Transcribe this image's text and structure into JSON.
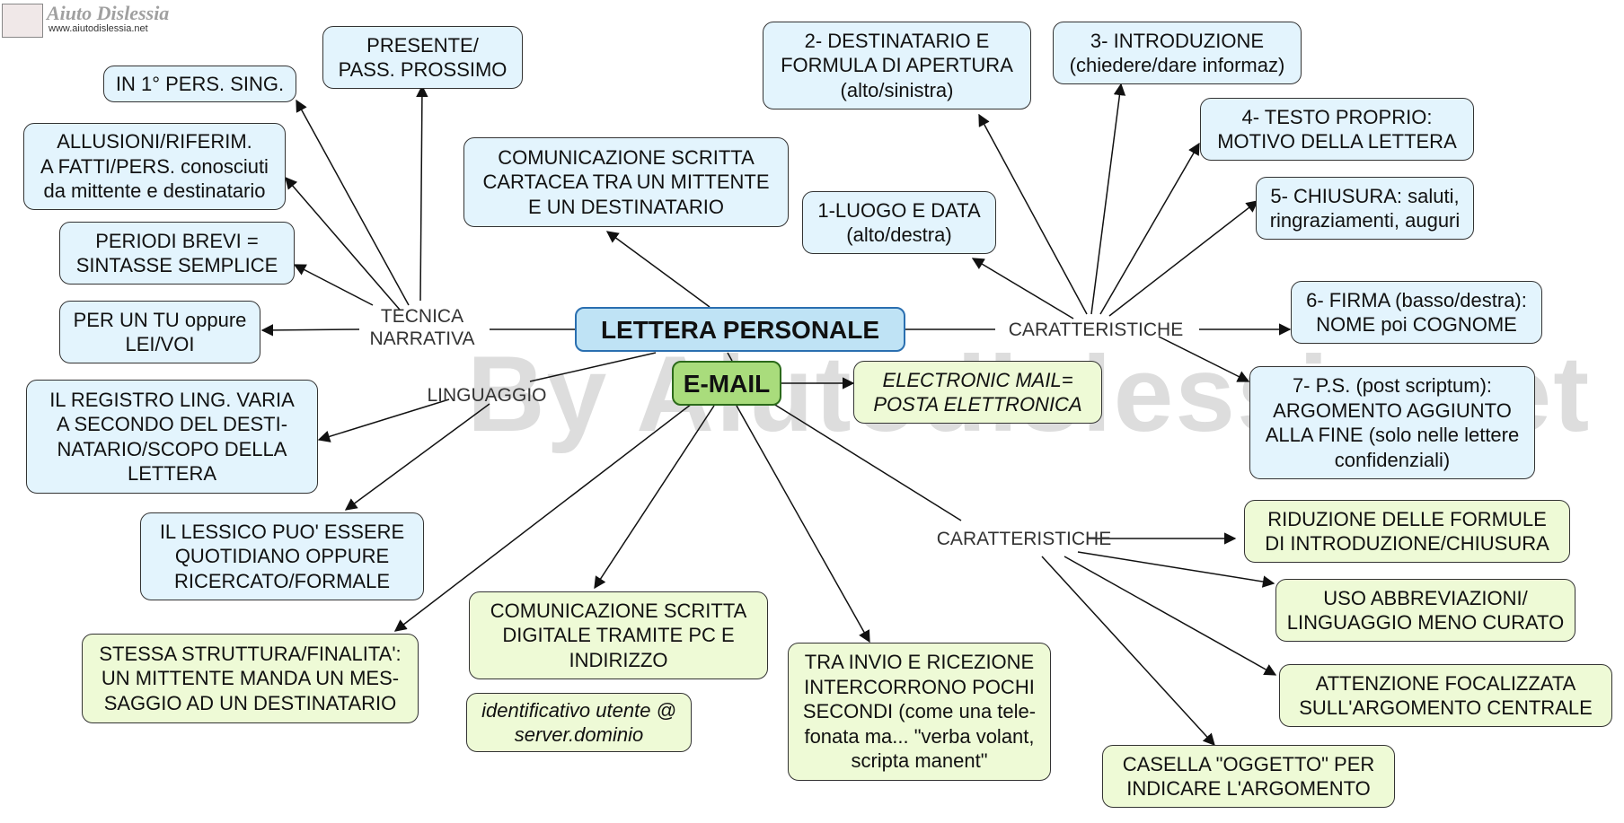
{
  "logo": {
    "title": "Aiuto Dislessia",
    "url": "www.aiutodislessia.net"
  },
  "watermark": "By Aiutodislessia.net",
  "center": "LETTERA PERSONALE",
  "email_node": "E-MAIL",
  "branch_labels": {
    "tecnica_narrativa": "TECNICA\nNARRATIVA",
    "linguaggio": "LINGUAGGIO",
    "caratteristiche_lettera": "CARATTERISTICHE",
    "caratteristiche_email": "CARATTERISTICHE"
  },
  "nodes": {
    "presente": "PRESENTE/\nPASS. PROSSIMO",
    "prima_persona": "IN 1° PERS. SING.",
    "allusioni": "ALLUSIONI/RIFERIM.\nA FATTI/PERS. conosciuti\nda mittente e destinatario",
    "periodi": "PERIODI BREVI =\nSINTASSE SEMPLICE",
    "tu_lei": "PER UN TU oppure\nLEI/VOI",
    "comunicazione_cartacea": "COMUNICAZIONE SCRITTA\nCARTACEA TRA UN MITTENTE\nE UN DESTINATARIO",
    "registro": "IL REGISTRO LING. VARIA\nA SECONDO DEL DESTI-\nNATARIO/SCOPO DELLA\nLETTERA",
    "lessico": "IL LESSICO PUO' ESSERE\nQUOTIDIANO OPPURE\nRICERCATO/FORMALE",
    "destinatario": "2- DESTINATARIO E\nFORMULA DI APERTURA\n(alto/sinistra)",
    "introduzione": "3- INTRODUZIONE\n(chiedere/dare informaz)",
    "testo_proprio": "4- TESTO PROPRIO:\nMOTIVO DELLA LETTERA",
    "luogo_data": "1-LUOGO E DATA\n(alto/destra)",
    "chiusura": "5- CHIUSURA: saluti,\nringraziamenti, auguri",
    "firma": "6- FIRMA (basso/destra):\nNOME poi COGNOME",
    "ps": "7- P.S. (post scriptum):\nARGOMENTO AGGIUNTO\nALLA FINE (solo nelle lettere\nconfidenziali)",
    "electronic_mail": "ELECTRONIC MAIL=\nPOSTA ELETTRONICA",
    "stessa_struttura": "STESSA STRUTTURA/FINALITA':\nUN MITTENTE MANDA UN MES-\nSAGGIO AD UN DESTINATARIO",
    "comunicazione_digitale": "COMUNICAZIONE SCRITTA\nDIGITALE TRAMITE PC E\nINDIRIZZO",
    "identificativo": "identificativo utente @\nserver.dominio",
    "invio_ricezione": "TRA INVIO E RICEZIONE\nINTERCORRONO POCHI\nSECONDI (come una tele-\nfonata ma... \"verba volant,\nscripta manent\"",
    "riduzione": "RIDUZIONE DELLE FORMULE\nDI INTRODUZIONE/CHIUSURA",
    "abbreviazioni": "USO ABBREVIAZIONI/\nLINGUAGGIO MENO CURATO",
    "attenzione": "ATTENZIONE FOCALIZZATA\nSULL'ARGOMENTO CENTRALE",
    "casella": "CASELLA \"OGGETTO\" PER\nINDICARE L'ARGOMENTO"
  },
  "colors": {
    "blue_fill": "#e3f4fd",
    "green_fill": "#eefad6",
    "center_blue": "#bfe3f5",
    "center_green": "#a9dc7c"
  }
}
